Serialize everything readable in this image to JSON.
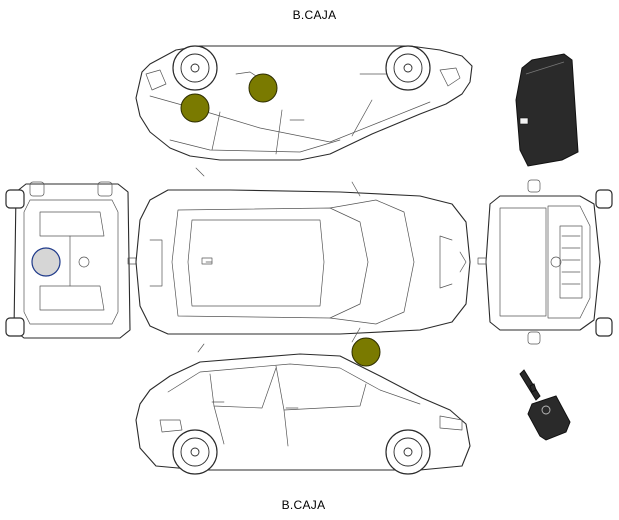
{
  "labels": {
    "top": "B.CAJA",
    "bottom": "B.CAJA"
  },
  "colors": {
    "damage_marker": "#7a7a00",
    "damage_marker_stroke": "#2d2d00",
    "light_marker": "#d6d6d6",
    "light_marker_stroke": "#1f3a8a",
    "line": "#2b2b2b"
  },
  "views": [
    "car-side-top-view",
    "car-front-view",
    "car-top-view",
    "car-rear-view",
    "car-side-bottom-view",
    "cargo-cover-view",
    "car-key-view"
  ],
  "markers": [
    {
      "name": "damage-marker-side-door",
      "type": "damage"
    },
    {
      "name": "damage-marker-side-window",
      "type": "damage"
    },
    {
      "name": "damage-marker-top-view",
      "type": "damage"
    },
    {
      "name": "light-marker-front-grille",
      "type": "light"
    }
  ]
}
